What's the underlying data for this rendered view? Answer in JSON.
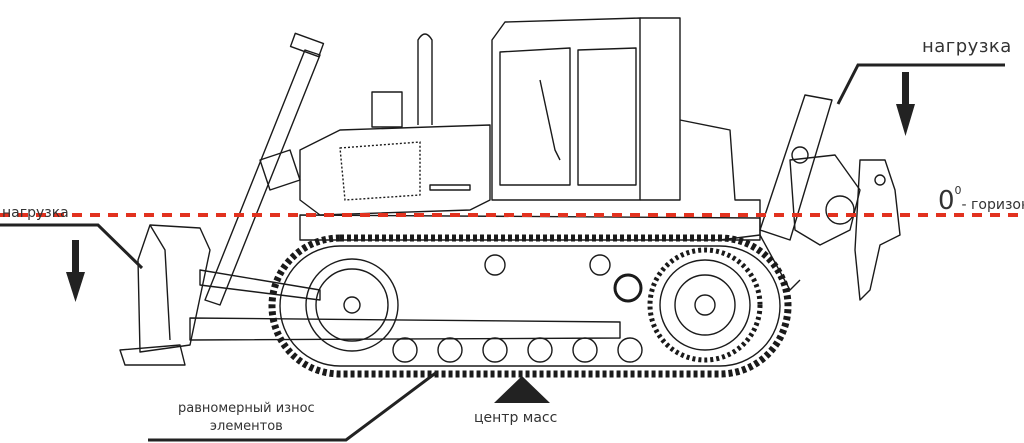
{
  "labels": {
    "load_right": "нагрузка",
    "load_left": "нагрузка",
    "horizon_angle": "0",
    "horizon_degree": "0",
    "horizon_text": "- горизонт",
    "wear_line1": "равномерный износ",
    "wear_line2": "элементов",
    "center_of_mass": "центр масс"
  },
  "colors": {
    "horizon_line": "#e2321f",
    "line_art": "#1a1a1a",
    "text": "#333333"
  }
}
